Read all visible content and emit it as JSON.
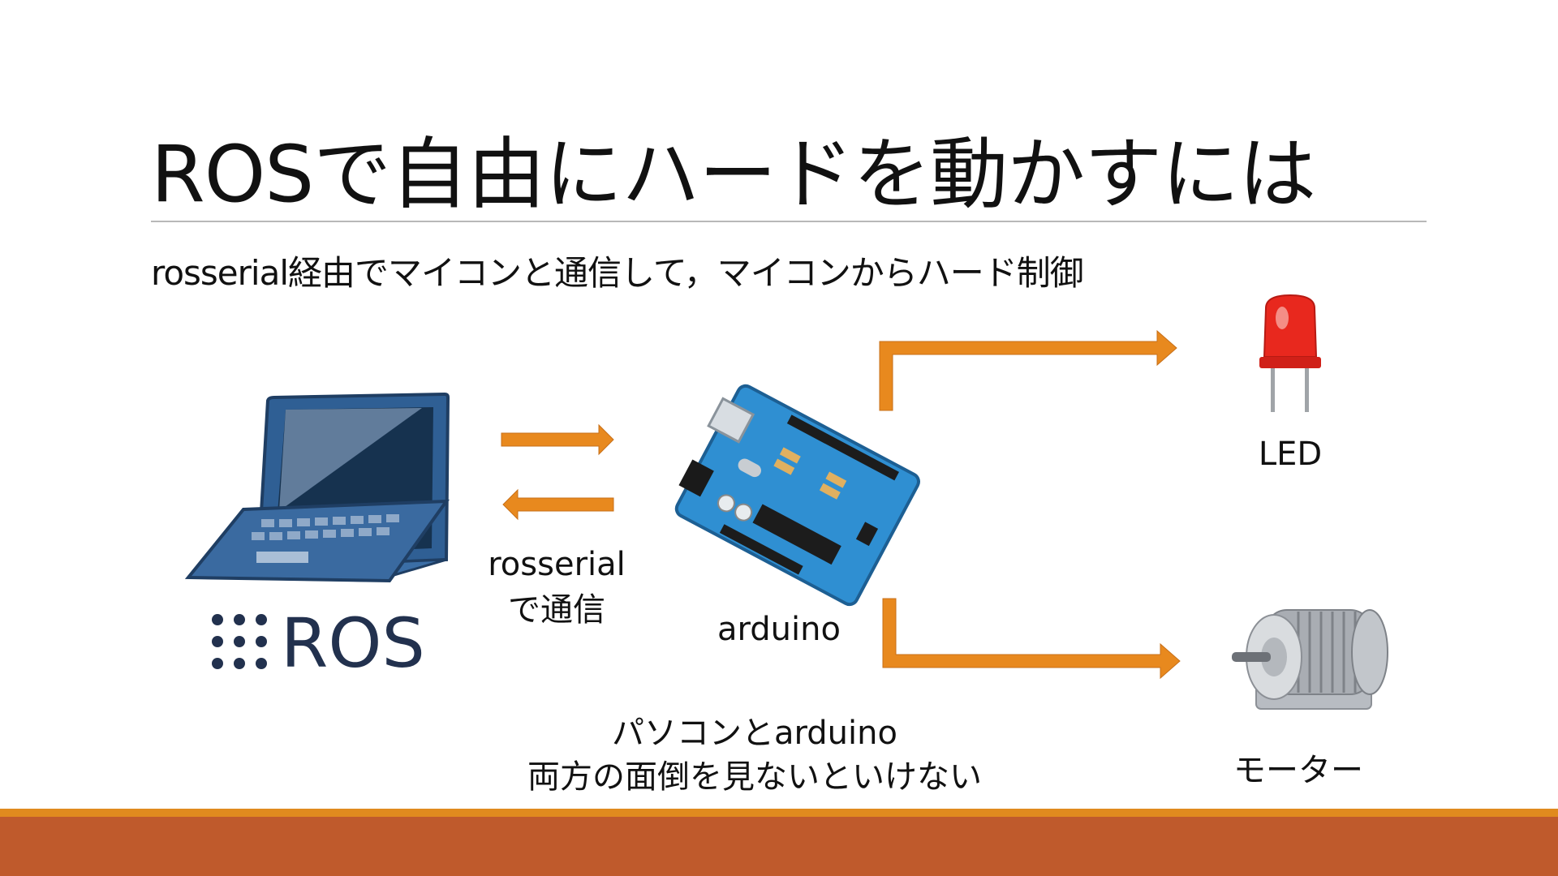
{
  "slide": {
    "title": "ROSで自由にハードを動かすには",
    "subtitle": "rosserial経由でマイコンと通信して，マイコンからハード制御",
    "ros_logo_text": "ROS",
    "comm_label_line1": "rosserial",
    "comm_label_line2": "で通信",
    "arduino_label": "arduino",
    "led_label": "LED",
    "motor_label": "モーター",
    "note_line1": "パソコンとarduino",
    "note_line2": "両方の面倒を見ないといけない"
  },
  "colors": {
    "arrow": "#e8891e",
    "bar_top": "#e08a1e",
    "bar_bottom": "#bf5a2c",
    "laptop": "#2f5f94",
    "ros_logo": "#22314e",
    "arduino_board": "#2f8fd2",
    "led": "#e8281e",
    "motor": "#a9adb3"
  },
  "icons": [
    "laptop-icon",
    "ros-logo",
    "arduino-board-icon",
    "led-icon",
    "motor-icon",
    "arrow-icon"
  ]
}
